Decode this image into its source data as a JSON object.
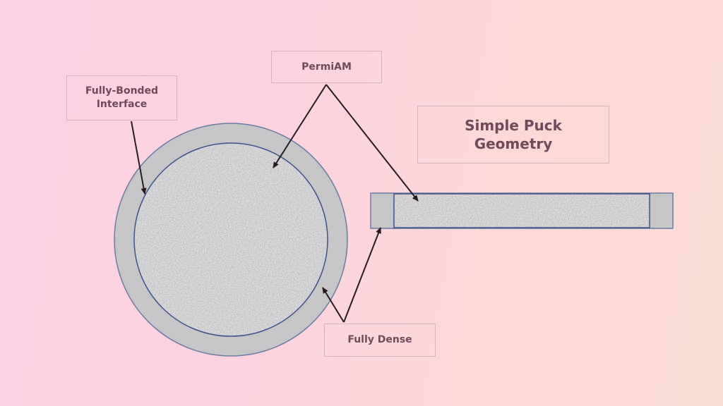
{
  "labels": {
    "fully_bonded": "Fully-Bonded Interface",
    "permiam": "PermiAM",
    "simple_puck": "Simple Puck Geometry",
    "fully_dense": "Fully Dense"
  },
  "colors": {
    "dense_ring": "#c6c6c8",
    "outline": "#4a5a8a",
    "arrow": "#2a1a22",
    "text": "#6e4a5a"
  }
}
